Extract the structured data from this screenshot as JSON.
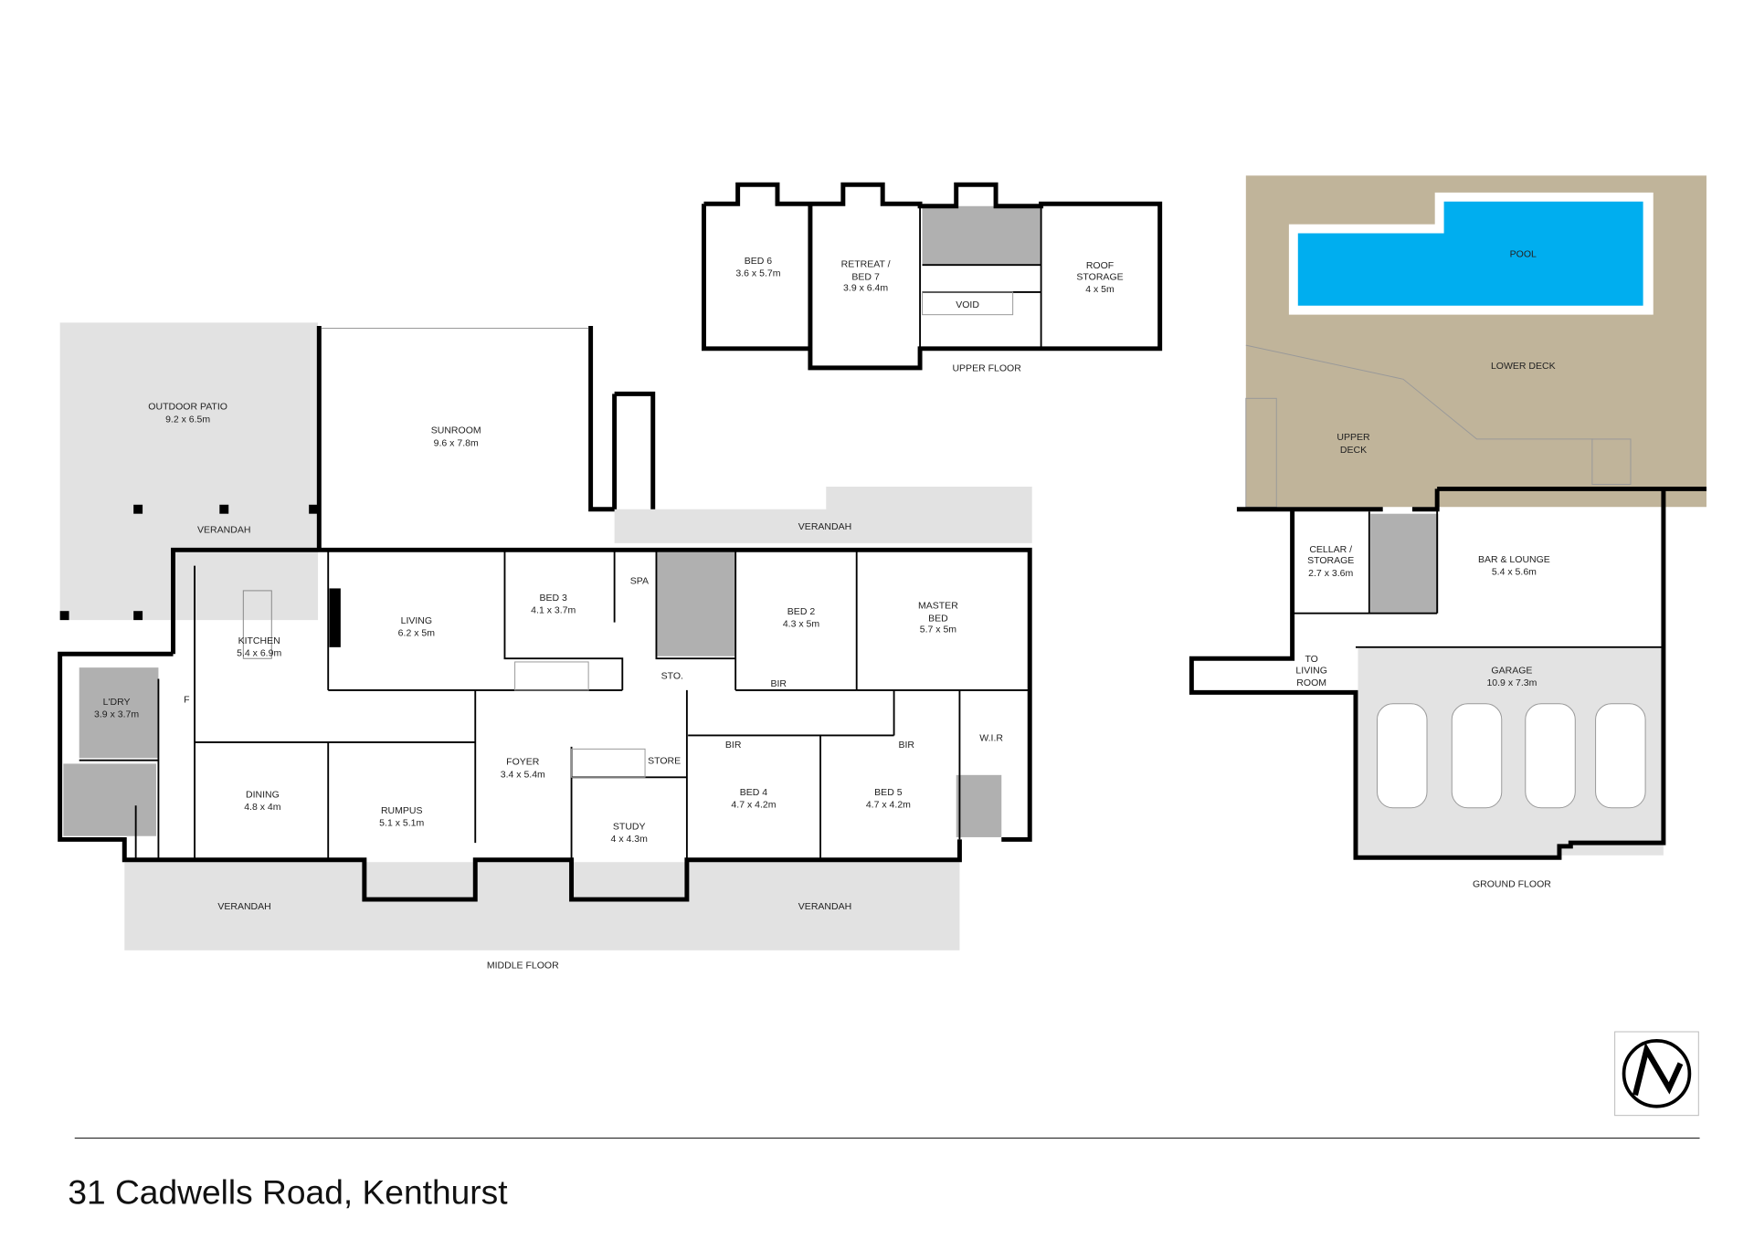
{
  "address": "31 Cadwells Road, Kenthurst",
  "colors": {
    "pool": "#00aeef",
    "deck": "#c0b49a",
    "outdoor": "#e2e2e2",
    "wet": "#b0b0b0",
    "garage": "#e3e3e3"
  },
  "floors": {
    "middle": "MIDDLE FLOOR",
    "upper": "UPPER FLOOR",
    "ground": "GROUND FLOOR"
  },
  "middle_rooms": {
    "outdoor_patio": {
      "name": "OUTDOOR PATIO",
      "size": "9.2 x 6.5m"
    },
    "sunroom": {
      "name": "SUNROOM",
      "size": "9.6 x 7.8m"
    },
    "verandah": "VERANDAH",
    "kitchen": {
      "name": "KITCHEN",
      "size": "5.4 x 6.9m"
    },
    "living": {
      "name": "LIVING",
      "size": "6.2 x 5m"
    },
    "bed3": {
      "name": "BED 3",
      "size": "4.1 x 3.7m"
    },
    "spa": "SPA",
    "bir": "BIR",
    "bed2": {
      "name": "BED 2",
      "size": "4.3 x 5m"
    },
    "master": {
      "name1": "MASTER",
      "name2": "BED",
      "size": "5.7 x 5m"
    },
    "ldry": {
      "name": "L'DRY",
      "size": "3.9 x 3.7m"
    },
    "fridge": "F",
    "sto": "STO.",
    "store": "STORE",
    "wir": "W.I.R",
    "foyer": {
      "name": "FOYER",
      "size": "3.4 x 5.4m"
    },
    "dining": {
      "name": "DINING",
      "size": "4.8 x 4m"
    },
    "rumpus": {
      "name": "RUMPUS",
      "size": "5.1 x 5.1m"
    },
    "study": {
      "name": "STUDY",
      "size": "4 x 4.3m"
    },
    "bed4": {
      "name": "BED 4",
      "size": "4.7 x 4.2m"
    },
    "bed5": {
      "name": "BED 5",
      "size": "4.7 x 4.2m"
    }
  },
  "upper_rooms": {
    "bed6": {
      "name": "BED 6",
      "size": "3.6 x 5.7m"
    },
    "retreat": {
      "name1": "RETREAT /",
      "name2": "BED 7",
      "size": "3.9 x 6.4m"
    },
    "void": "VOID",
    "roof_storage": {
      "name1": "ROOF",
      "name2": "STORAGE",
      "size": "4 x 5m"
    }
  },
  "ground_rooms": {
    "pool": "POOL",
    "lower_deck": "LOWER DECK",
    "upper_deck": {
      "name1": "UPPER",
      "name2": "DECK"
    },
    "cellar": {
      "name1": "CELLAR /",
      "name2": "STORAGE",
      "size": "2.7 x 3.6m"
    },
    "bar": {
      "name": "BAR & LOUNGE",
      "size": "5.4 x 5.6m"
    },
    "to_living": {
      "l1": "TO",
      "l2": "LIVING",
      "l3": "ROOM"
    },
    "garage": {
      "name": "GARAGE",
      "size": "10.9 x 7.3m"
    }
  },
  "north_arrow": "N"
}
